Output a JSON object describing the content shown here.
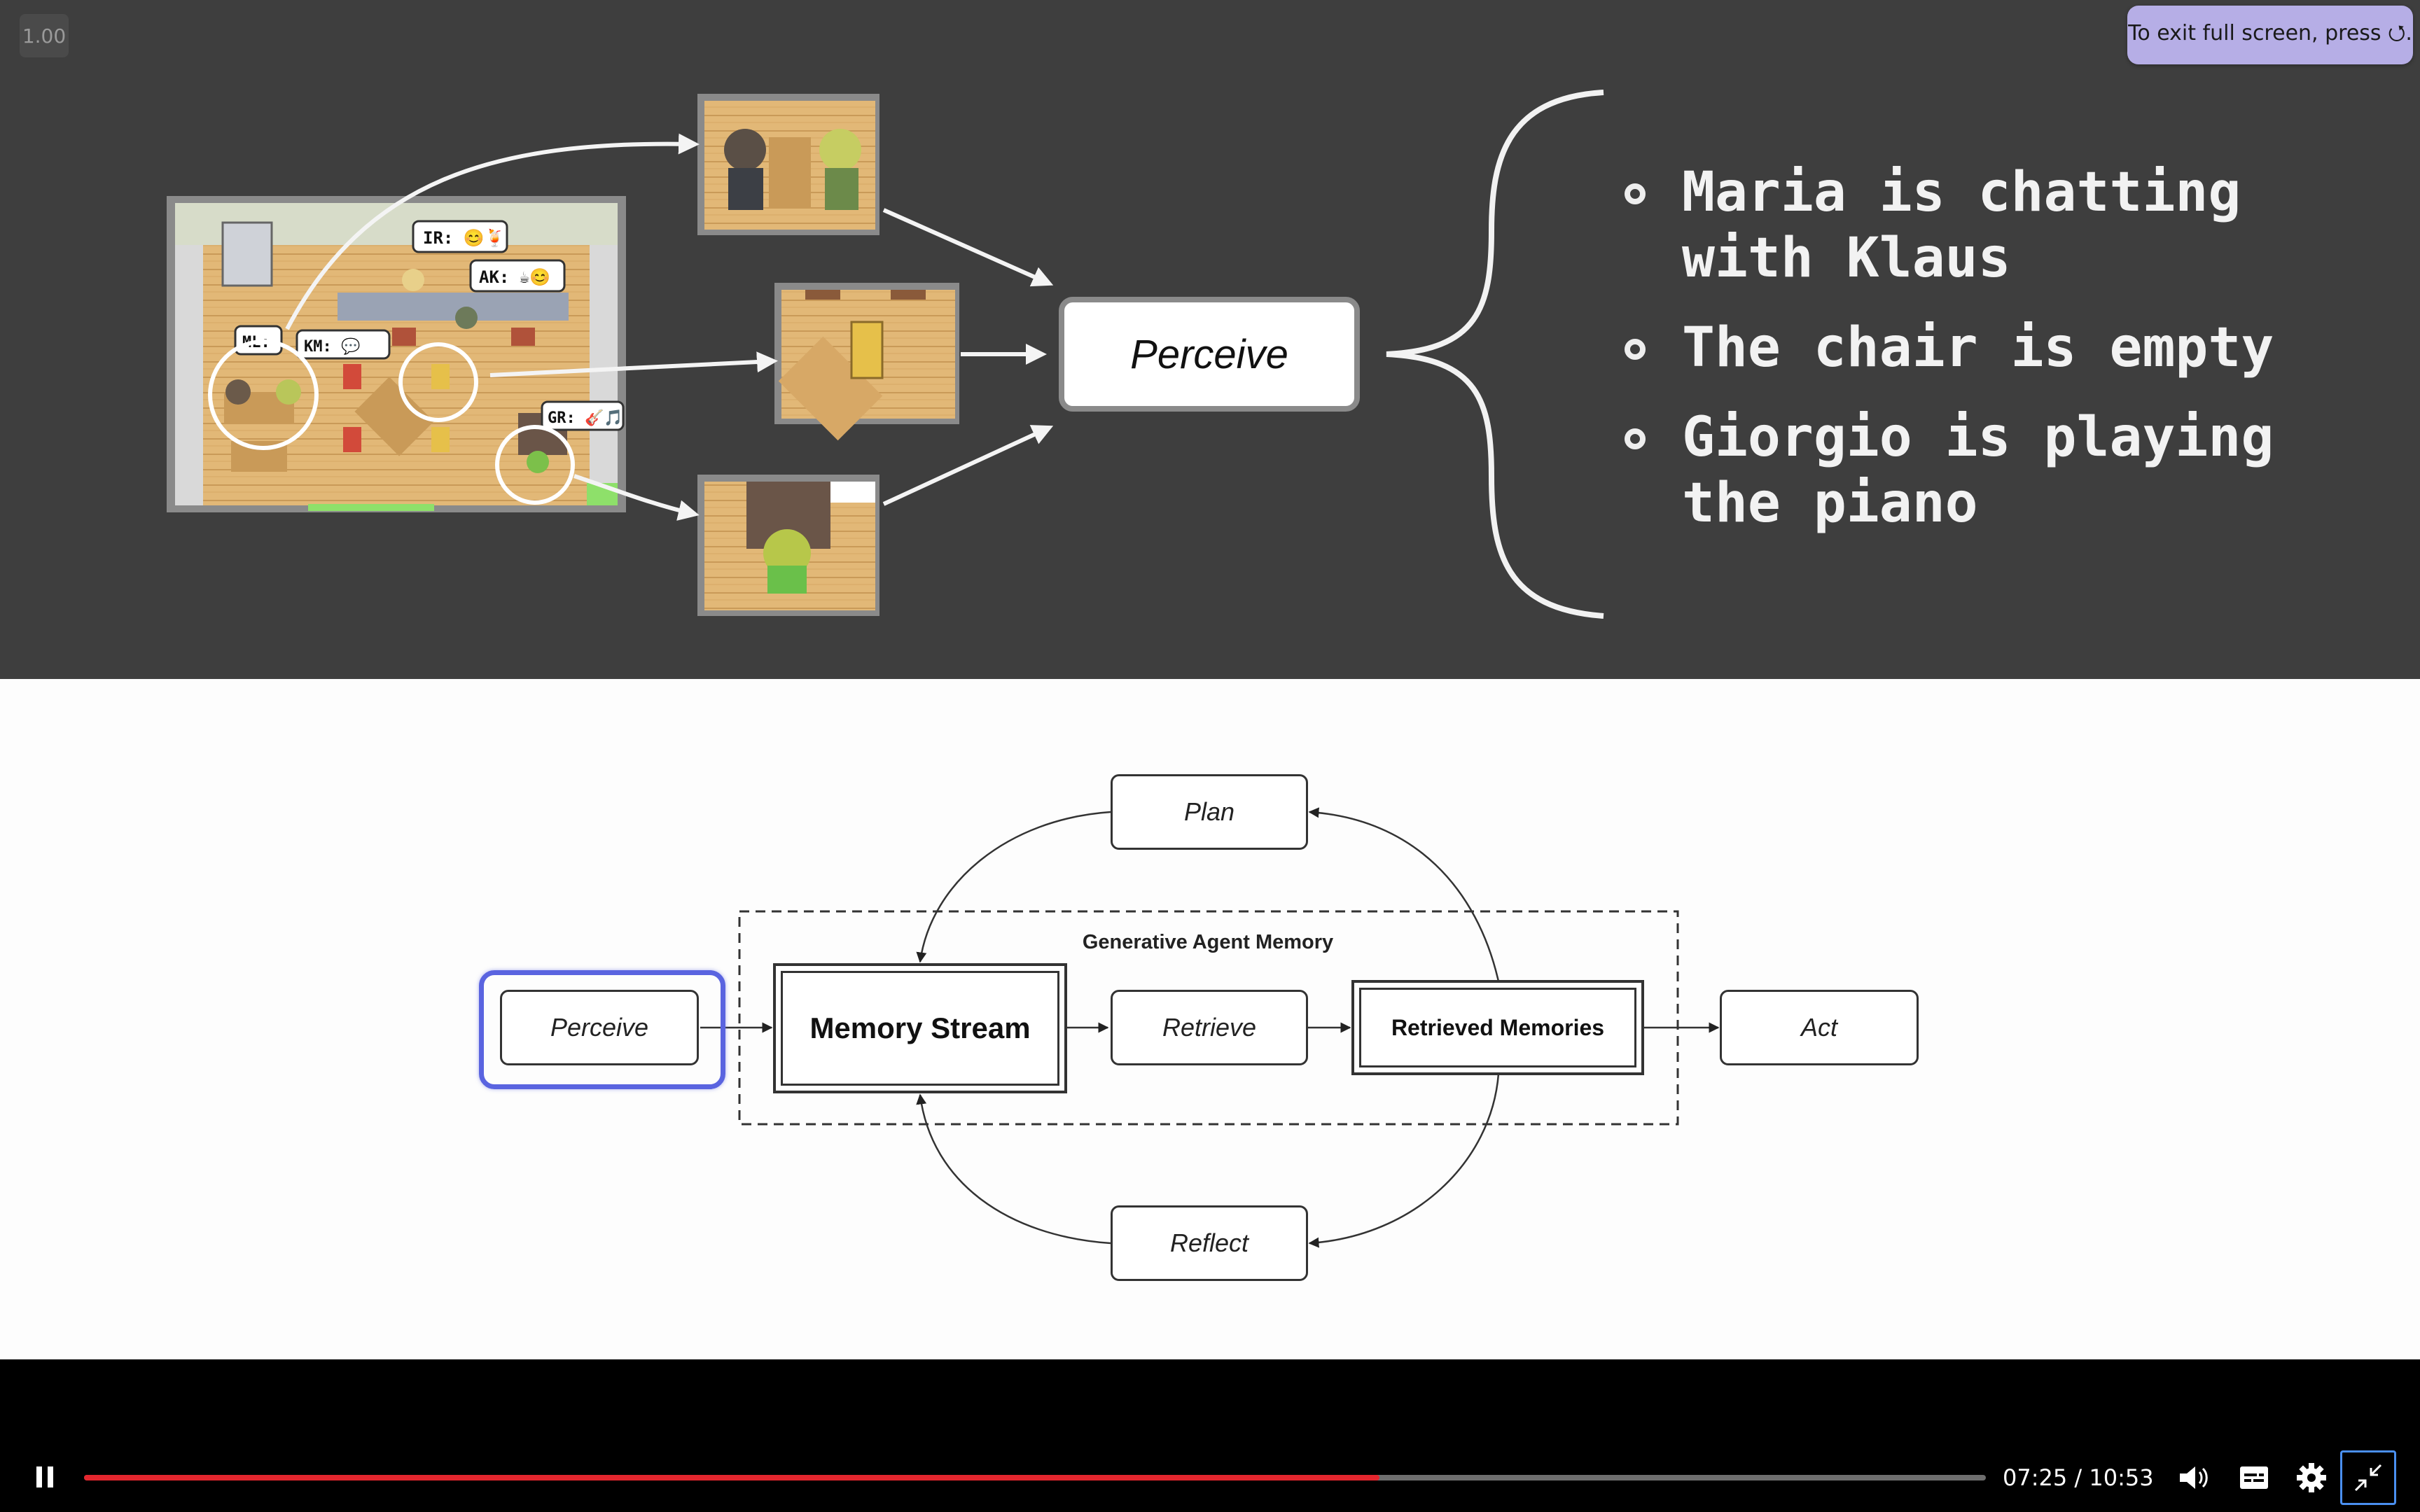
{
  "player": {
    "speed": "1.00",
    "toast": "To exit full screen, press ⭯.",
    "time_display": "07:25 / 10:53",
    "progress": 0.681,
    "accent": "#e3262e",
    "icons": [
      "pause-icon",
      "volume-icon",
      "captions-icon",
      "settings-icon",
      "exit-fullscreen-icon"
    ]
  },
  "slide_top": {
    "perceive_label": "Perceive",
    "bubbles": [
      "IR: 😊🍹",
      "AK: ☕😊",
      "ML:",
      "KM: 💬",
      "GR: 🎸🎵"
    ],
    "bullets": [
      {
        "line1": "Maria is chatting",
        "line2": "with Klaus"
      },
      {
        "line1": "The chair is empty",
        "line2": ""
      },
      {
        "line1": "Giorgio is playing",
        "line2": "the piano"
      }
    ]
  },
  "slide_bottom": {
    "memory_label": "Generative Agent Memory",
    "nodes": {
      "plan": "Plan",
      "perceive": "Perceive",
      "memory_stream": "Memory Stream",
      "retrieve": "Retrieve",
      "retrieved_memories": "Retrieved Memories",
      "act": "Act",
      "reflect": "Reflect"
    },
    "highlight_color": "#5a64e0"
  }
}
